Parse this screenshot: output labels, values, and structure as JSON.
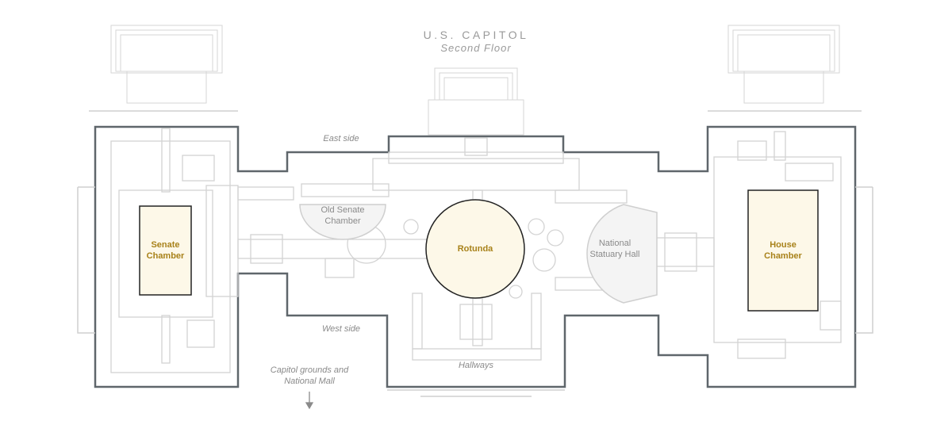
{
  "header": {
    "title": "U.S. CAPITOL",
    "subtitle": "Second Floor"
  },
  "highlights": {
    "senate": "Senate\nChamber",
    "rotunda": "Rotunda",
    "house": "House\nChamber"
  },
  "rooms": {
    "old_senate": "Old Senate\nChamber",
    "statuary": "National\nStatuary Hall"
  },
  "annotations": {
    "east_side": "East side",
    "west_side": "West side",
    "hallways": "Hallways",
    "grounds": "Capitol grounds and\nNational Mall"
  },
  "colors": {
    "highlight_fill": "#fdf8e8",
    "highlight_stroke": "#222222",
    "highlight_text": "#a8821a",
    "wall": "#5f666b",
    "interior": "#d3d3d3",
    "label": "#8a8a8a"
  }
}
